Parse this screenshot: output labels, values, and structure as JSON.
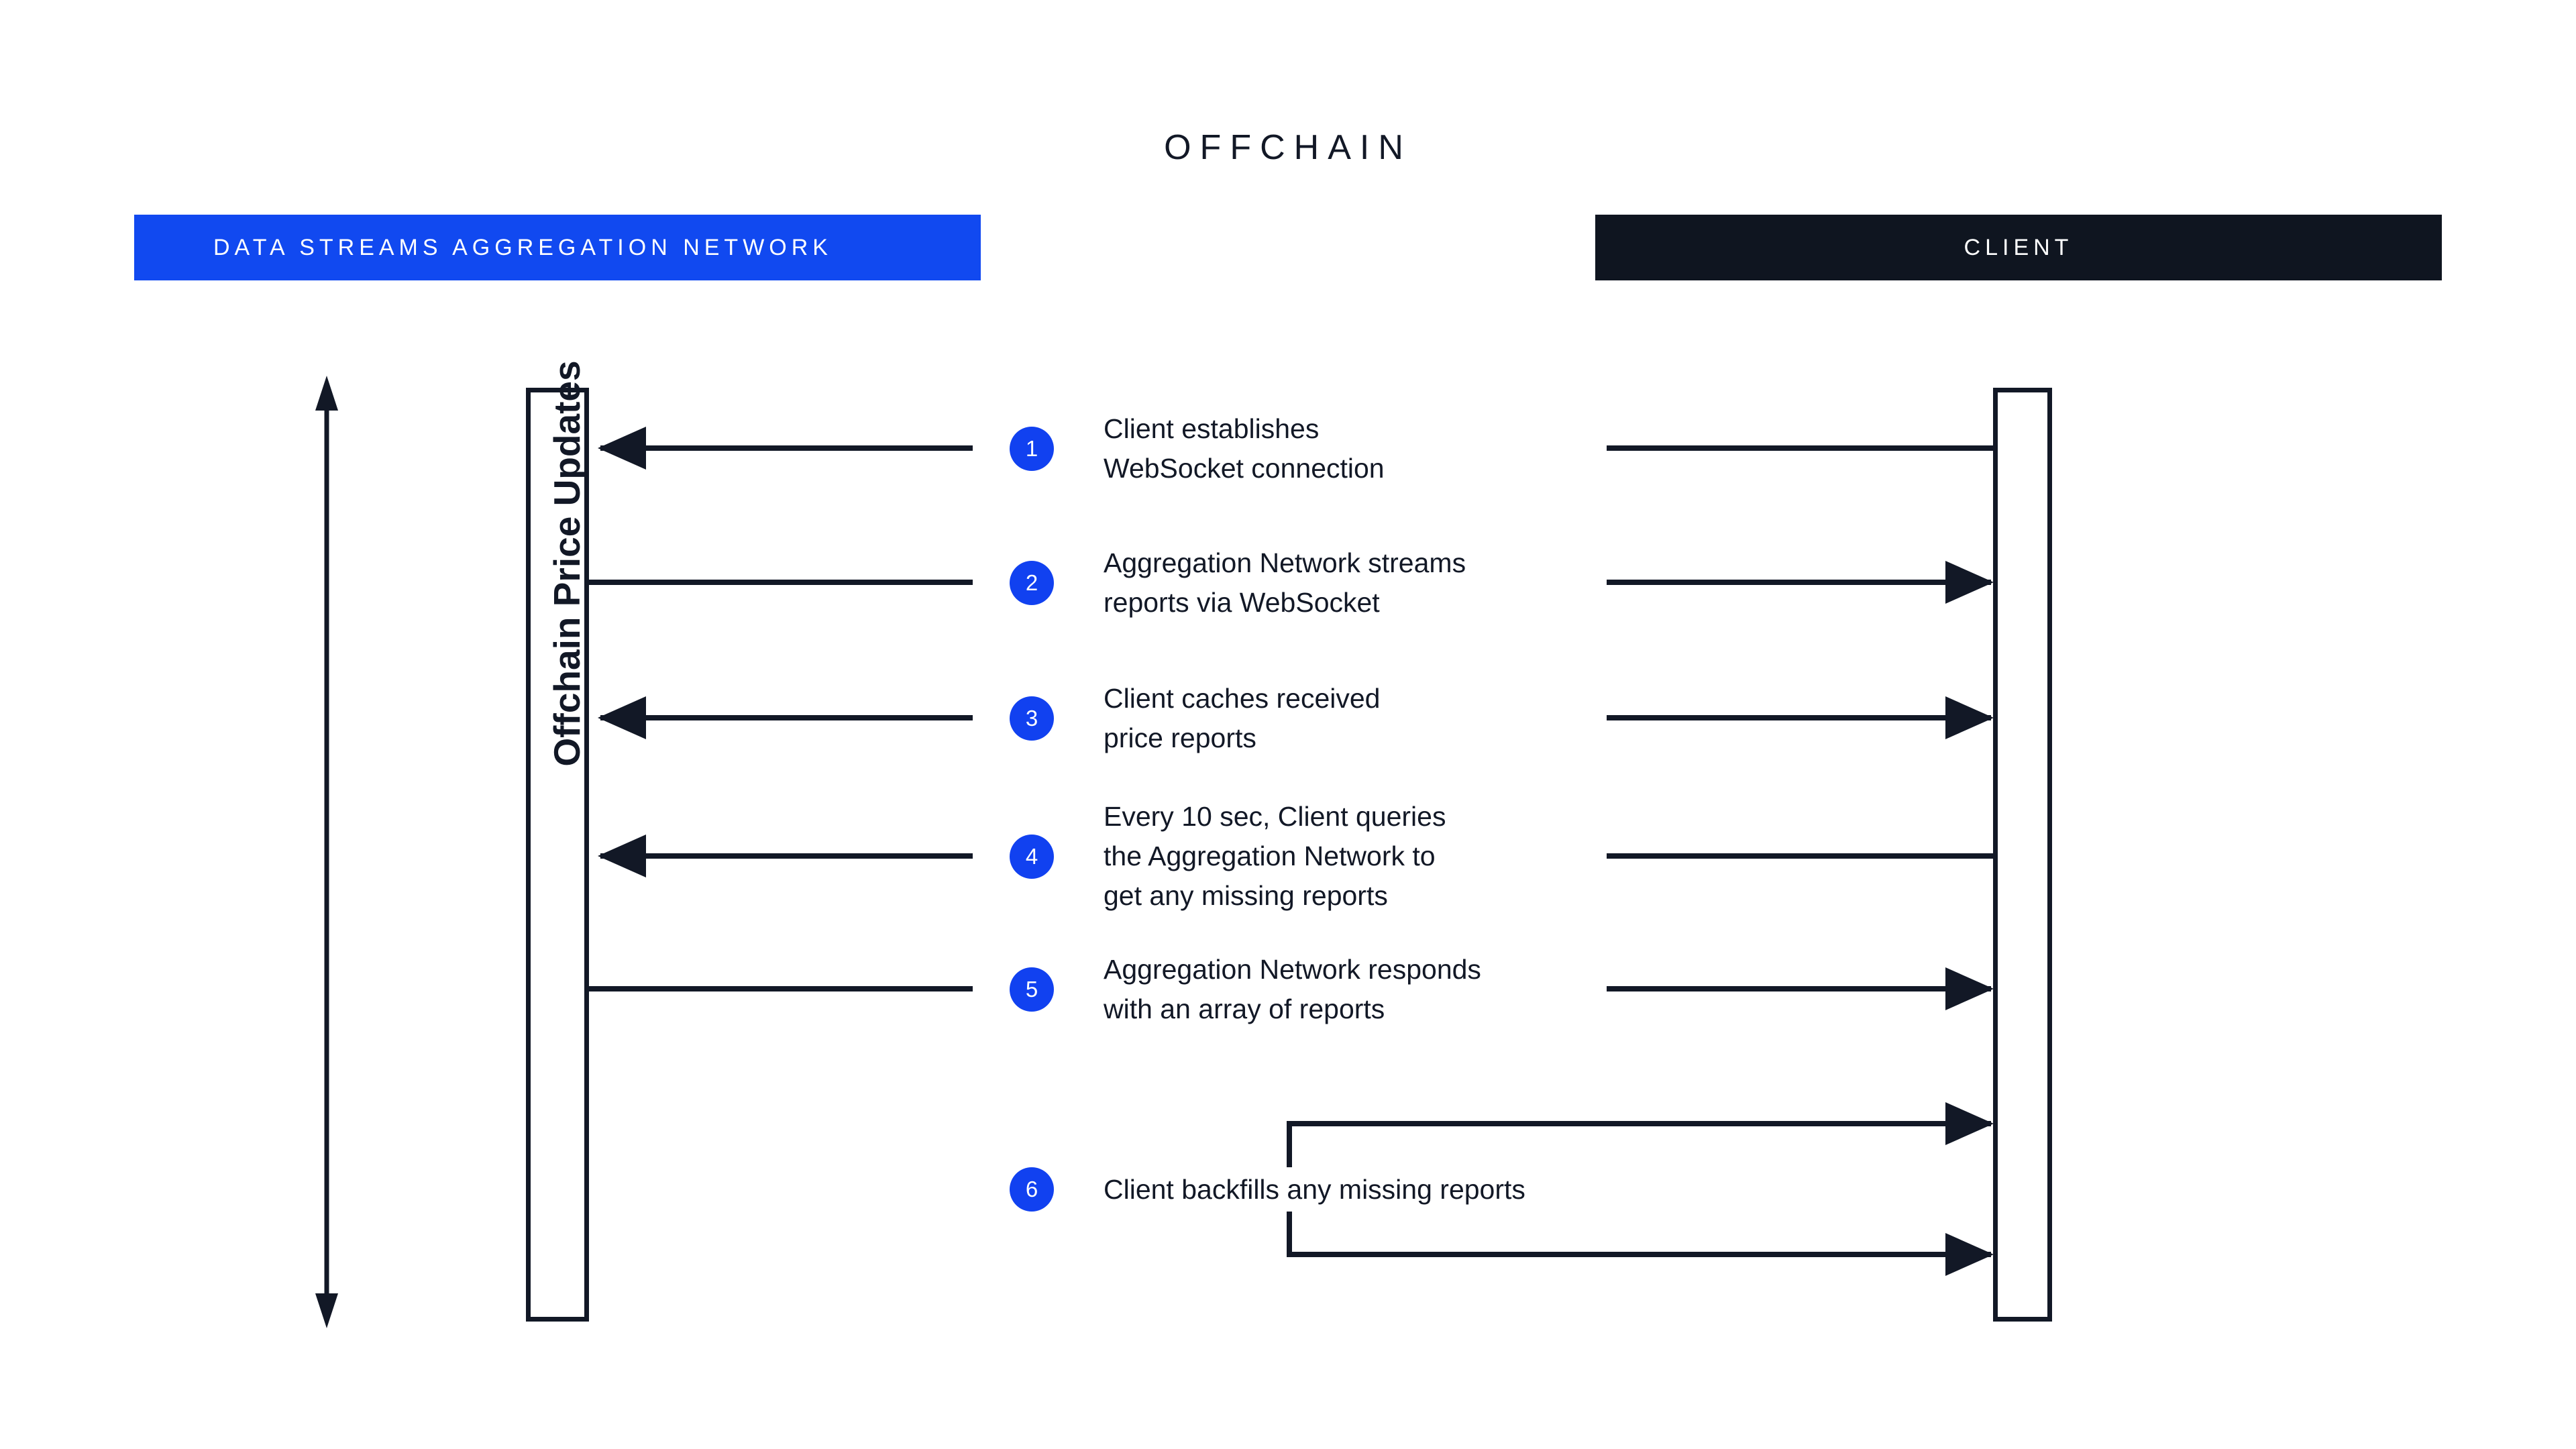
{
  "diagram": {
    "title": "OFFCHAIN",
    "axis_label": "Offchain Price Updates",
    "colors": {
      "accent_blue": "#1141f0",
      "dark": "#0f1520",
      "line": "#121826",
      "background": "#ffffff"
    }
  },
  "actors": {
    "left": {
      "name": "DATA STREAMS AGGREGATION NETWORK",
      "color": "#1149f0"
    },
    "right": {
      "name": "CLIENT",
      "color": "#0f1520"
    }
  },
  "steps": [
    {
      "number": "1",
      "text": "Client establishes\nWebSocket connection",
      "left_arrow": "arrow-left",
      "right_arrow": "line"
    },
    {
      "number": "2",
      "text": "Aggregation Network streams\nreports via WebSocket",
      "left_arrow": "line",
      "right_arrow": "arrow-right"
    },
    {
      "number": "3",
      "text": "Client caches received\nprice reports",
      "left_arrow": "arrow-left",
      "right_arrow": "arrow-right"
    },
    {
      "number": "4",
      "text": "Every 10 sec, Client queries\nthe Aggregation Network to\nget any missing reports",
      "left_arrow": "arrow-left",
      "right_arrow": "line"
    },
    {
      "number": "5",
      "text": "Aggregation Network responds\nwith an array of reports",
      "left_arrow": "line",
      "right_arrow": "arrow-right"
    },
    {
      "number": "6",
      "text": "Client backfills any missing reports",
      "left_arrow": "none",
      "right_arrow": "self-loop-bracket"
    }
  ]
}
